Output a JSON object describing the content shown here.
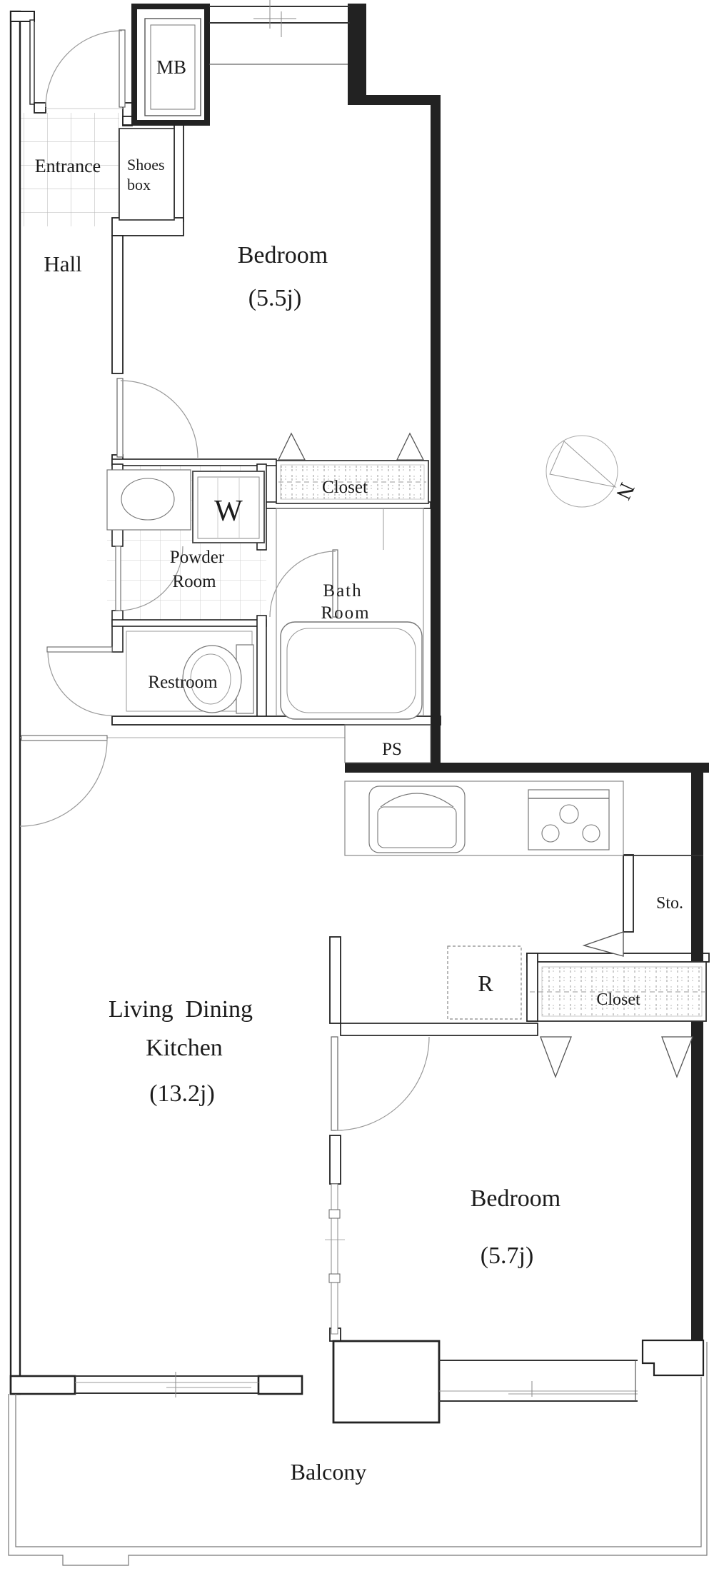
{
  "title": "Apartment floor plan 2LDK",
  "colors": {
    "background": "#ffffff",
    "wall": "#222222",
    "fixture_line": "#8a8a8a",
    "thin_line": "#bbbbbb",
    "text": "#1c1c1c"
  },
  "compass": {
    "label": "N"
  },
  "rooms": {
    "mb": {
      "label": "MB"
    },
    "entrance": {
      "label": "Entrance"
    },
    "shoes_box": {
      "line1": "Shoes",
      "line2": "box"
    },
    "hall": {
      "label": "Hall"
    },
    "bedroom1": {
      "label": "Bedroom",
      "size": "(5.5j)"
    },
    "closet1": {
      "label": "Closet"
    },
    "washer": {
      "label": "W"
    },
    "powder": {
      "line1": "Powder",
      "line2": "Room"
    },
    "bath": {
      "line1": "Bath",
      "line2": "Room"
    },
    "restroom": {
      "label": "Restroom"
    },
    "ps": {
      "label": "PS"
    },
    "ldk": {
      "line1": "Living Dining",
      "line2": "Kitchen",
      "size": "(13.2j)"
    },
    "refrigerator": {
      "label": "R"
    },
    "storage": {
      "label": "Sto."
    },
    "closet2": {
      "label": "Closet"
    },
    "bedroom2": {
      "label": "Bedroom",
      "size": "(5.7j)"
    },
    "balcony": {
      "label": "Balcony"
    }
  }
}
